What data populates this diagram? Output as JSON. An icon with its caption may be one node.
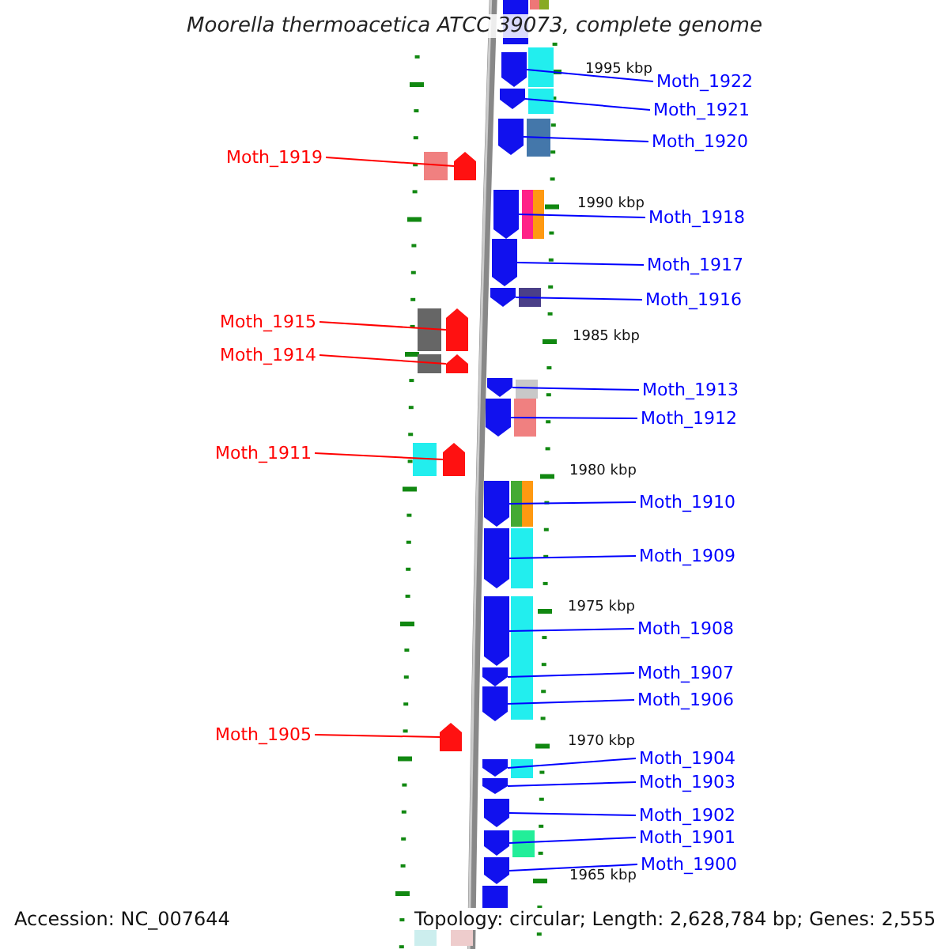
{
  "diagram": {
    "title": "Moorella thermoacetica ATCC 39073, complete genome",
    "nodes": [
      {
        "text": [
          "Moth_1922"
        ]
      },
      {
        "text": [],
        "shape": "arrow"
      },
      {
        "text": [
          "Moth_1921"
        ]
      },
      {
        "text": [],
        "shape": "arrow"
      },
      {
        "text": [
          "Moth_1920"
        ]
      },
      {
        "text": [],
        "shape": "arrow"
      },
      {
        "text": [
          "Moth_1919"
        ]
      },
      {
        "text": [],
        "shape": "arrow"
      },
      {
        "text": [
          "Moth_1918"
        ]
      },
      {
        "text": [],
        "shape": "arrow"
      },
      {
        "text": [
          "Moth_1917"
        ]
      },
      {
        "text": [],
        "shape": "arrow"
      },
      {
        "text": [
          "Moth_1916"
        ]
      },
      {
        "text": [],
        "shape": "arrow"
      },
      {
        "text": [
          "Moth_1915"
        ]
      },
      {
        "text": [],
        "shape": "arrow"
      },
      {
        "text": [
          "Moth_1914"
        ]
      },
      {
        "text": [],
        "shape": "arrow"
      },
      {
        "text": [
          "Moth_1913"
        ]
      },
      {
        "text": [],
        "shape": "arrow"
      },
      {
        "text": [
          "Moth_1912"
        ]
      },
      {
        "text": [],
        "shape": "arrow"
      },
      {
        "text": [
          "Moth_1911"
        ]
      },
      {
        "text": [],
        "shape": "arrow"
      },
      {
        "text": [
          "Moth_1910"
        ]
      },
      {
        "text": [],
        "shape": "arrow"
      },
      {
        "text": [
          "Moth_1909"
        ]
      },
      {
        "text": [],
        "shape": "arrow"
      },
      {
        "text": [
          "Moth_1908"
        ]
      },
      {
        "text": [],
        "shape": "arrow"
      },
      {
        "text": [
          "Moth_1907"
        ]
      },
      {
        "text": [],
        "shape": "arrow"
      },
      {
        "text": [
          "Moth_1906"
        ]
      },
      {
        "text": [],
        "shape": "arrow"
      },
      {
        "text": [
          "Moth_1905"
        ]
      },
      {
        "text": [],
        "shape": "arrow"
      },
      {
        "text": [
          "Moth_1904"
        ]
      },
      {
        "text": [],
        "shape": "arrow"
      },
      {
        "text": [
          "Moth_1903"
        ]
      },
      {
        "text": [],
        "shape": "arrow"
      },
      {
        "text": [
          "Moth_1902"
        ]
      },
      {
        "text": [],
        "shape": "arrow"
      },
      {
        "text": [
          "Moth_1901"
        ]
      },
      {
        "text": [],
        "shape": "arrow"
      },
      {
        "text": [
          "Moth_1900"
        ]
      },
      {
        "text": [],
        "shape": "arrow"
      }
    ],
    "edges": [
      {
        "from": 0,
        "to": 1,
        "arrow": "none"
      },
      {
        "from": 2,
        "to": 3,
        "arrow": "none"
      },
      {
        "from": 4,
        "to": 5,
        "arrow": "none"
      },
      {
        "from": 6,
        "to": 7,
        "arrow": "none",
        "color": "#ff0000"
      },
      {
        "from": 8,
        "to": 9,
        "arrow": "none"
      },
      {
        "from": 10,
        "to": 11,
        "arrow": "none"
      },
      {
        "from": 12,
        "to": 13,
        "arrow": "none"
      },
      {
        "from": 14,
        "to": 15,
        "arrow": "none",
        "color": "#ff0000"
      },
      {
        "from": 16,
        "to": 17,
        "arrow": "none",
        "color": "#ff0000"
      },
      {
        "from": 18,
        "to": 19,
        "arrow": "none"
      },
      {
        "from": 20,
        "to": 21,
        "arrow": "none"
      },
      {
        "from": 22,
        "to": 23,
        "arrow": "none",
        "color": "#ff0000"
      },
      {
        "from": 24,
        "to": 25,
        "arrow": "none"
      },
      {
        "from": 26,
        "to": 27,
        "arrow": "none"
      },
      {
        "from": 28,
        "to": 29,
        "arrow": "none"
      },
      {
        "from": 30,
        "to": 31,
        "arrow": "none"
      },
      {
        "from": 32,
        "to": 33,
        "arrow": "none"
      },
      {
        "from": 34,
        "to": 35,
        "arrow": "none",
        "color": "#ff0000"
      },
      {
        "from": 36,
        "to": 37,
        "arrow": "none"
      },
      {
        "from": 38,
        "to": 39,
        "arrow": "none"
      },
      {
        "from": 40,
        "to": 41,
        "arrow": "none"
      },
      {
        "from": 42,
        "to": 43,
        "arrow": "none"
      },
      {
        "from": 44,
        "to": 45,
        "arrow": "none"
      }
    ],
    "labels": [
      "1995 kbp",
      "1990 kbp",
      "1985 kbp",
      "1980 kbp",
      "1975 kbp",
      "1970 kbp",
      "1965 kbp",
      "Accession: NC_007644",
      "Topology: circular; Length: 2,628,784 bp; Genes: 2,555"
    ]
  }
}
